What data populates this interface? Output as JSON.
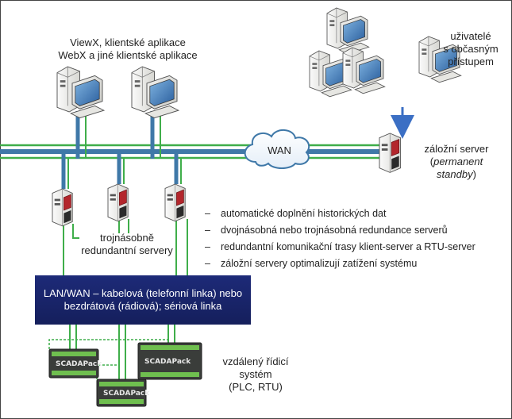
{
  "labels": {
    "clients": [
      "ViewX, klientské aplikace",
      "WebX a jiné klientské aplikace"
    ],
    "occasional_users": [
      "uživatelé",
      "s občasným",
      "přístupem"
    ],
    "wan": "WAN",
    "backup_server_line1": "záložní server",
    "backup_server_paren_open": "(",
    "backup_server_italic1": "permanent",
    "backup_server_italic2": "standby",
    "backup_server_paren_close": ")",
    "triple_servers": [
      "trojnásobně",
      "redundantní servery"
    ],
    "lan_box": "LAN/WAN – kabelová (telefonní linka) nebo bezdrátová (rádiová); sériová linka",
    "remote_system": [
      "vzdálený řídicí",
      "systém",
      "(PLC, RTU)"
    ],
    "device_brand": "SCADAPack"
  },
  "bullets": [
    "automatické doplnění historických dat",
    "dvojnásobná nebo trojnásobná redundance serverů",
    "redundantní komunikační trasy klient-server a RTU-server",
    "záložní servery optimalizují zatížení systému"
  ],
  "colors": {
    "backbone_blue": "#3f78a8",
    "link_green": "#3fae4a",
    "lan_box": "#1a2468",
    "arrow_blue": "#3b6fc4"
  }
}
